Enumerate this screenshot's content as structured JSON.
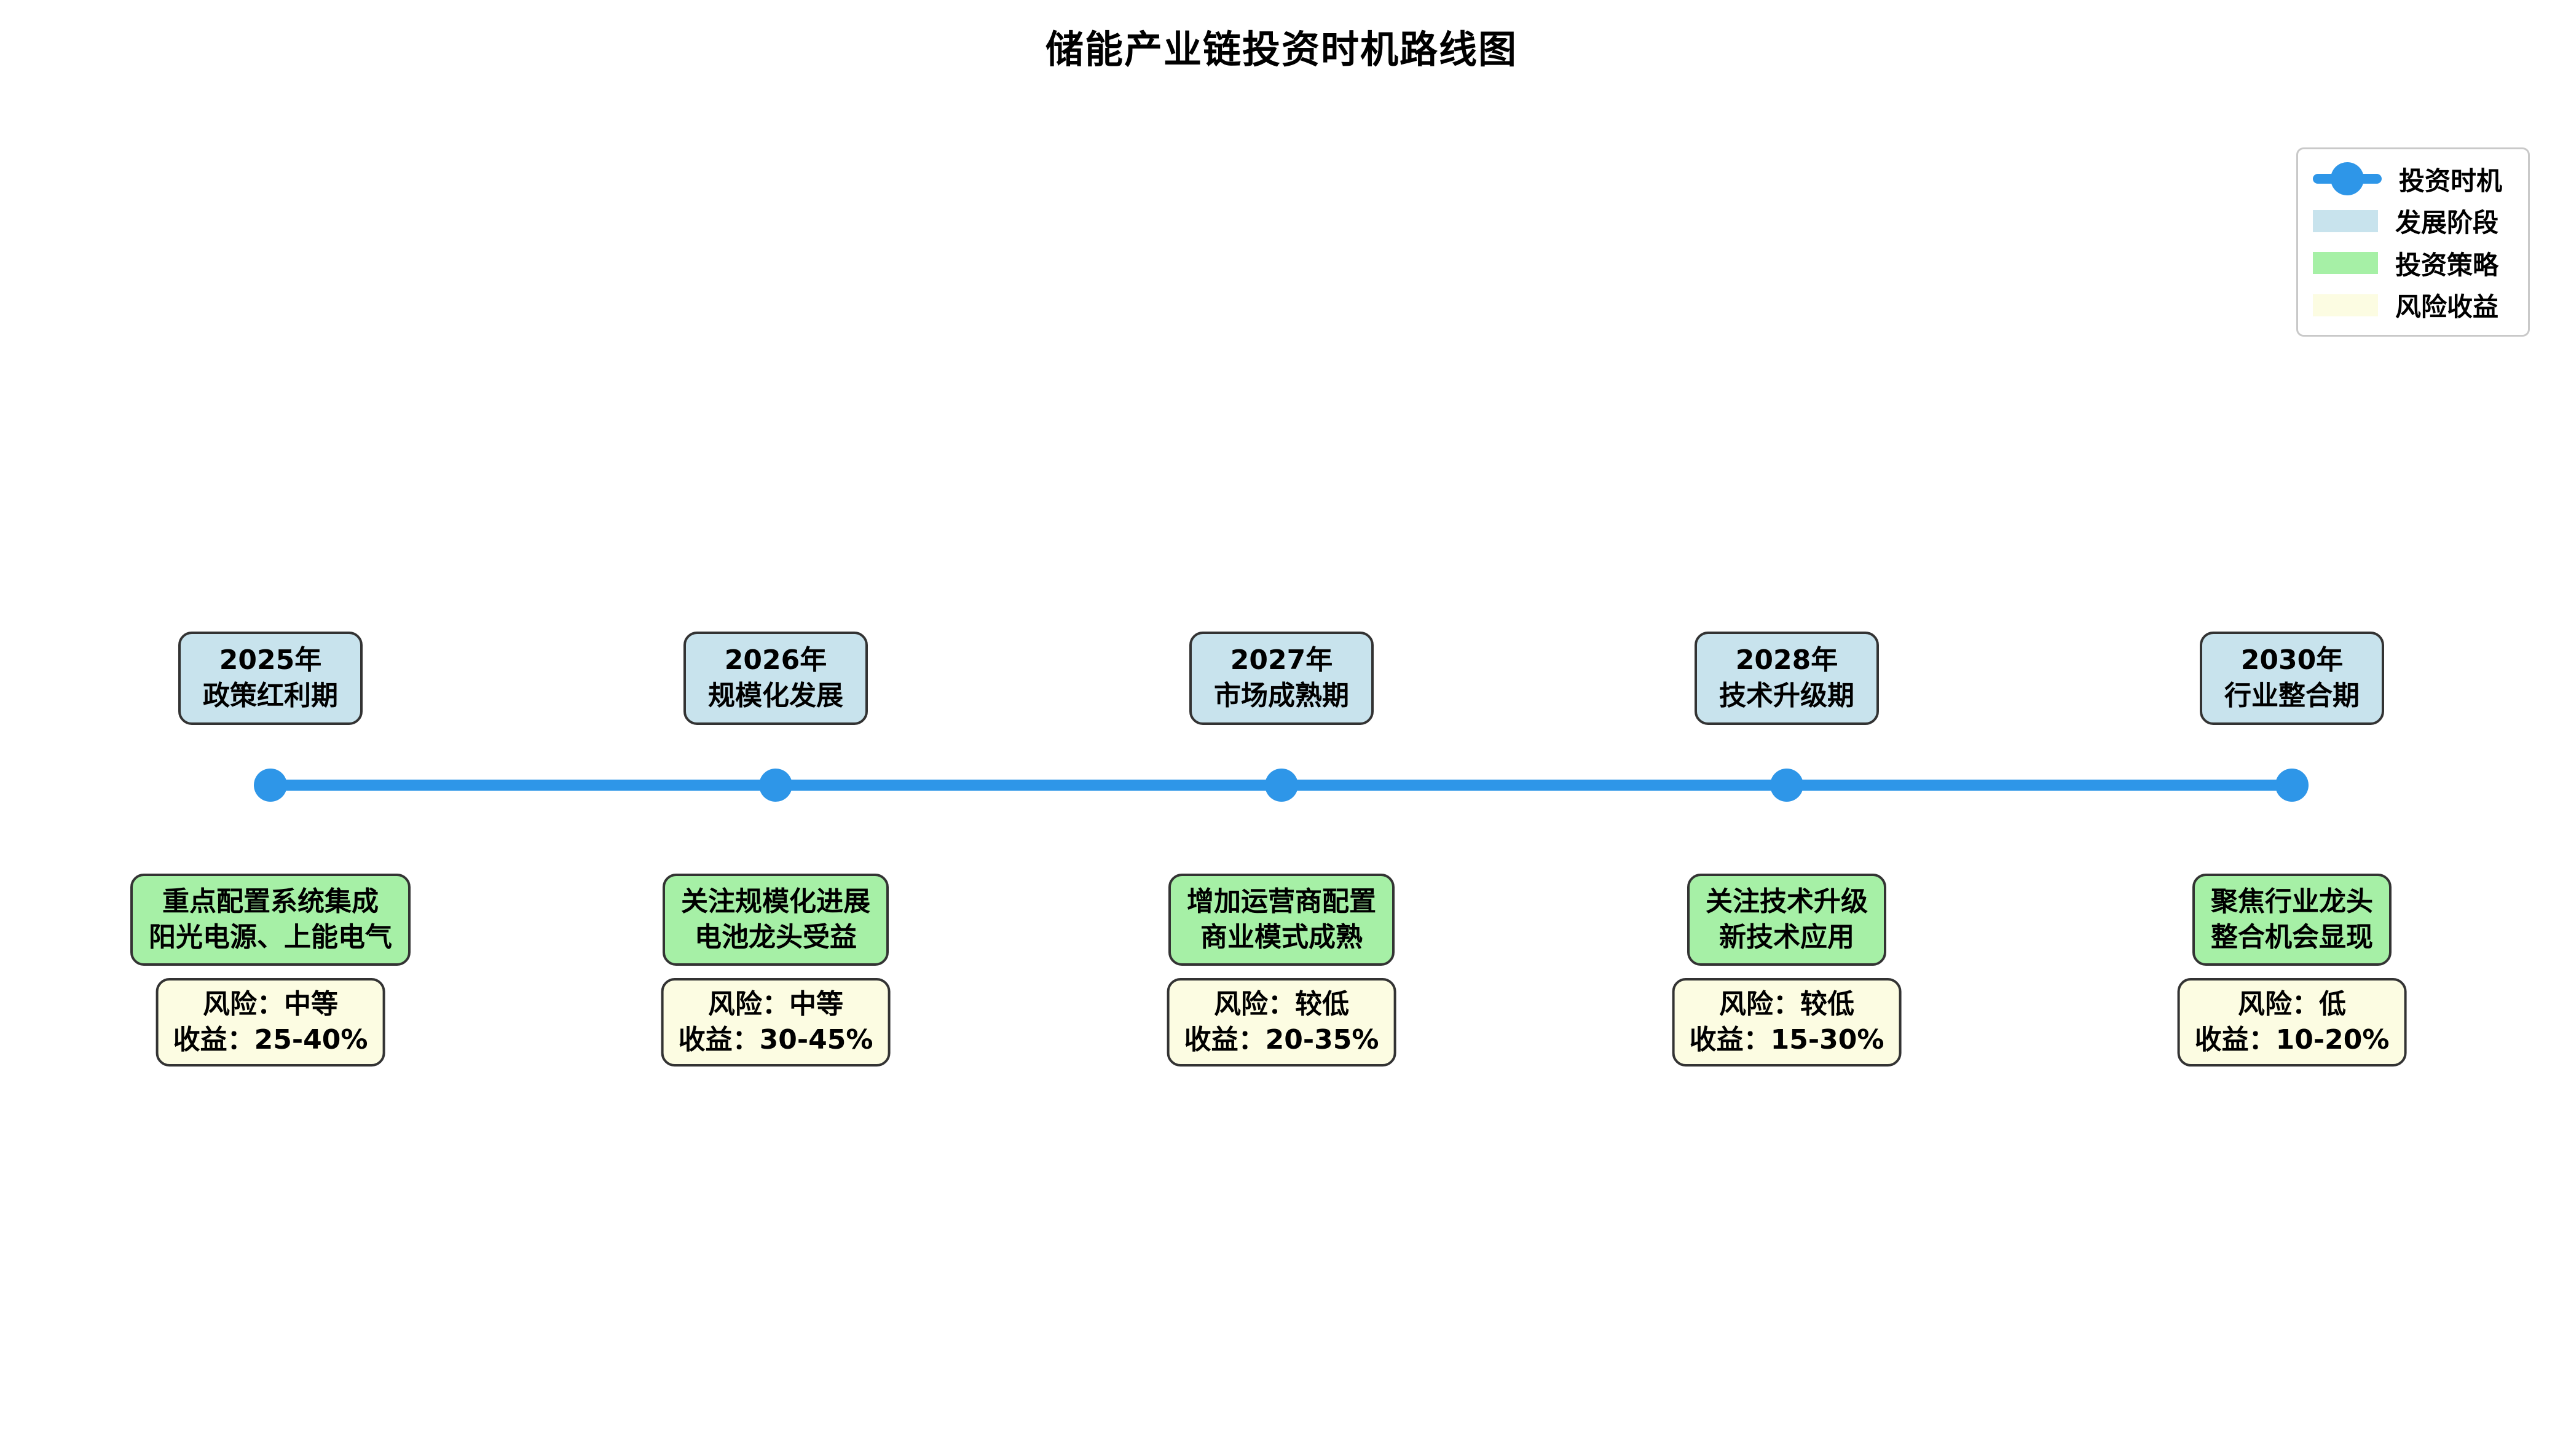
{
  "title": "储能产业链投资时机路线图",
  "colors": {
    "timeline_blue": "#2E96E8",
    "stage_fill": "#C8E3ED",
    "strategy_fill": "#A6F0A6",
    "risk_fill": "#FCFCE2",
    "box_border": "#333333",
    "legend_border": "#C9C9C9"
  },
  "legend": {
    "items": [
      {
        "label": "投资时机",
        "swatch": "timeline-line-dot-icon"
      },
      {
        "label": "发展阶段",
        "swatch": "stage-color-swatch"
      },
      {
        "label": "投资策略",
        "swatch": "strategy-color-swatch"
      },
      {
        "label": "风险收益",
        "swatch": "risk-color-swatch"
      }
    ]
  },
  "milestones": [
    {
      "year": "2025年",
      "phase": "政策红利期",
      "strategy_line1": "重点配置系统集成",
      "strategy_line2": "阳光电源、上能电气",
      "risk": "风险：中等",
      "return": "收益：25-40%"
    },
    {
      "year": "2026年",
      "phase": "规模化发展",
      "strategy_line1": "关注规模化进展",
      "strategy_line2": "电池龙头受益",
      "risk": "风险：中等",
      "return": "收益：30-45%"
    },
    {
      "year": "2027年",
      "phase": "市场成熟期",
      "strategy_line1": "增加运营商配置",
      "strategy_line2": "商业模式成熟",
      "risk": "风险：较低",
      "return": "收益：20-35%"
    },
    {
      "year": "2028年",
      "phase": "技术升级期",
      "strategy_line1": "关注技术升级",
      "strategy_line2": "新技术应用",
      "risk": "风险：较低",
      "return": "收益：15-30%"
    },
    {
      "year": "2030年",
      "phase": "行业整合期",
      "strategy_line1": "聚焦行业龙头",
      "strategy_line2": "整合机会显现",
      "risk": "风险：低",
      "return": "收益：10-20%"
    }
  ]
}
